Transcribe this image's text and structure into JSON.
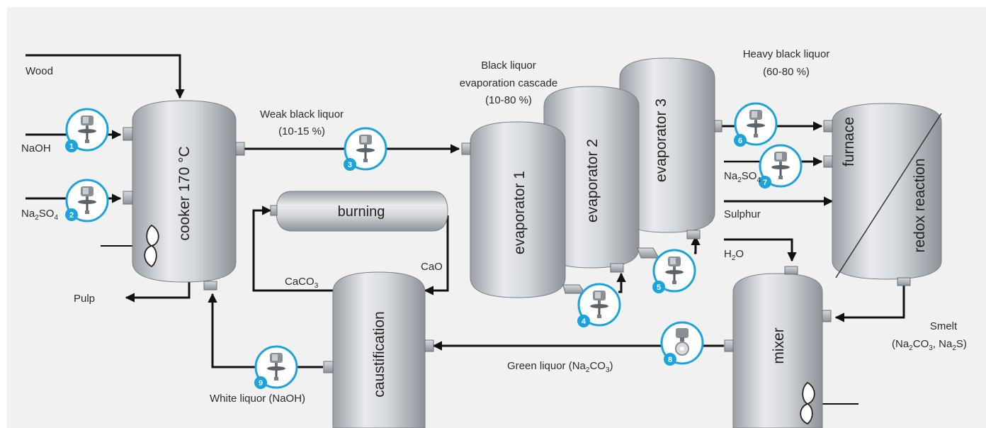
{
  "colors": {
    "panel": "#f1f1f1",
    "flow_line": "#111111",
    "instrument_ring": "#1aa3dc",
    "badge": "#1aa3dc"
  },
  "vessels": {
    "cooker": "cooker 170 °C",
    "burning": "burning",
    "causticification": "caustification",
    "evaporator1": "evaporator 1",
    "evaporator2": "evaporator 2",
    "evaporator3": "evaporator 3",
    "furnace": "furnace",
    "redox": "redox reaction",
    "mixer": "mixer"
  },
  "streams": {
    "wood": "Wood",
    "naoh": "NaOH",
    "na2so4_cooker_pre": "Na",
    "na2so4_cooker_sub": "2",
    "na2so4_cooker_post": "SO",
    "na2so4_cooker_sub2": "4",
    "weak_line1": "Weak black liquor",
    "weak_line2": "(10-15 %)",
    "cascade_line1": "Black liquor",
    "cascade_line2": "evaporation cascade",
    "cascade_line3": "(10-80 %)",
    "heavy_line1": "Heavy black liquor",
    "heavy_line2": "(60-80 %)",
    "na2so4_furnace_pre": "Na",
    "na2so4_furnace_sub": "2",
    "na2so4_furnace_post": "SO",
    "na2so4_furnace_sub2": "4",
    "sulphur": "Sulphur",
    "h2o_pre": "H",
    "h2o_sub": "2",
    "h2o_post": "O",
    "smelt_line1": "Smelt",
    "smelt_l2_a": "(Na",
    "smelt_l2_b": "2",
    "smelt_l2_c": "CO",
    "smelt_l2_d": "3",
    "smelt_l2_e": ", Na",
    "smelt_l2_f": "2",
    "smelt_l2_g": "S)",
    "pulp": "Pulp",
    "caco3_pre": "CaCO",
    "caco3_sub": "3",
    "cao": "CaO",
    "green_a": "Green liquor (Na",
    "green_b": "2",
    "green_c": "CO",
    "green_d": "3",
    "green_e": ")",
    "white": "White liquor (NaOH)"
  },
  "instruments": [
    "1",
    "2",
    "3",
    "4",
    "5",
    "6",
    "7",
    "8",
    "9"
  ]
}
